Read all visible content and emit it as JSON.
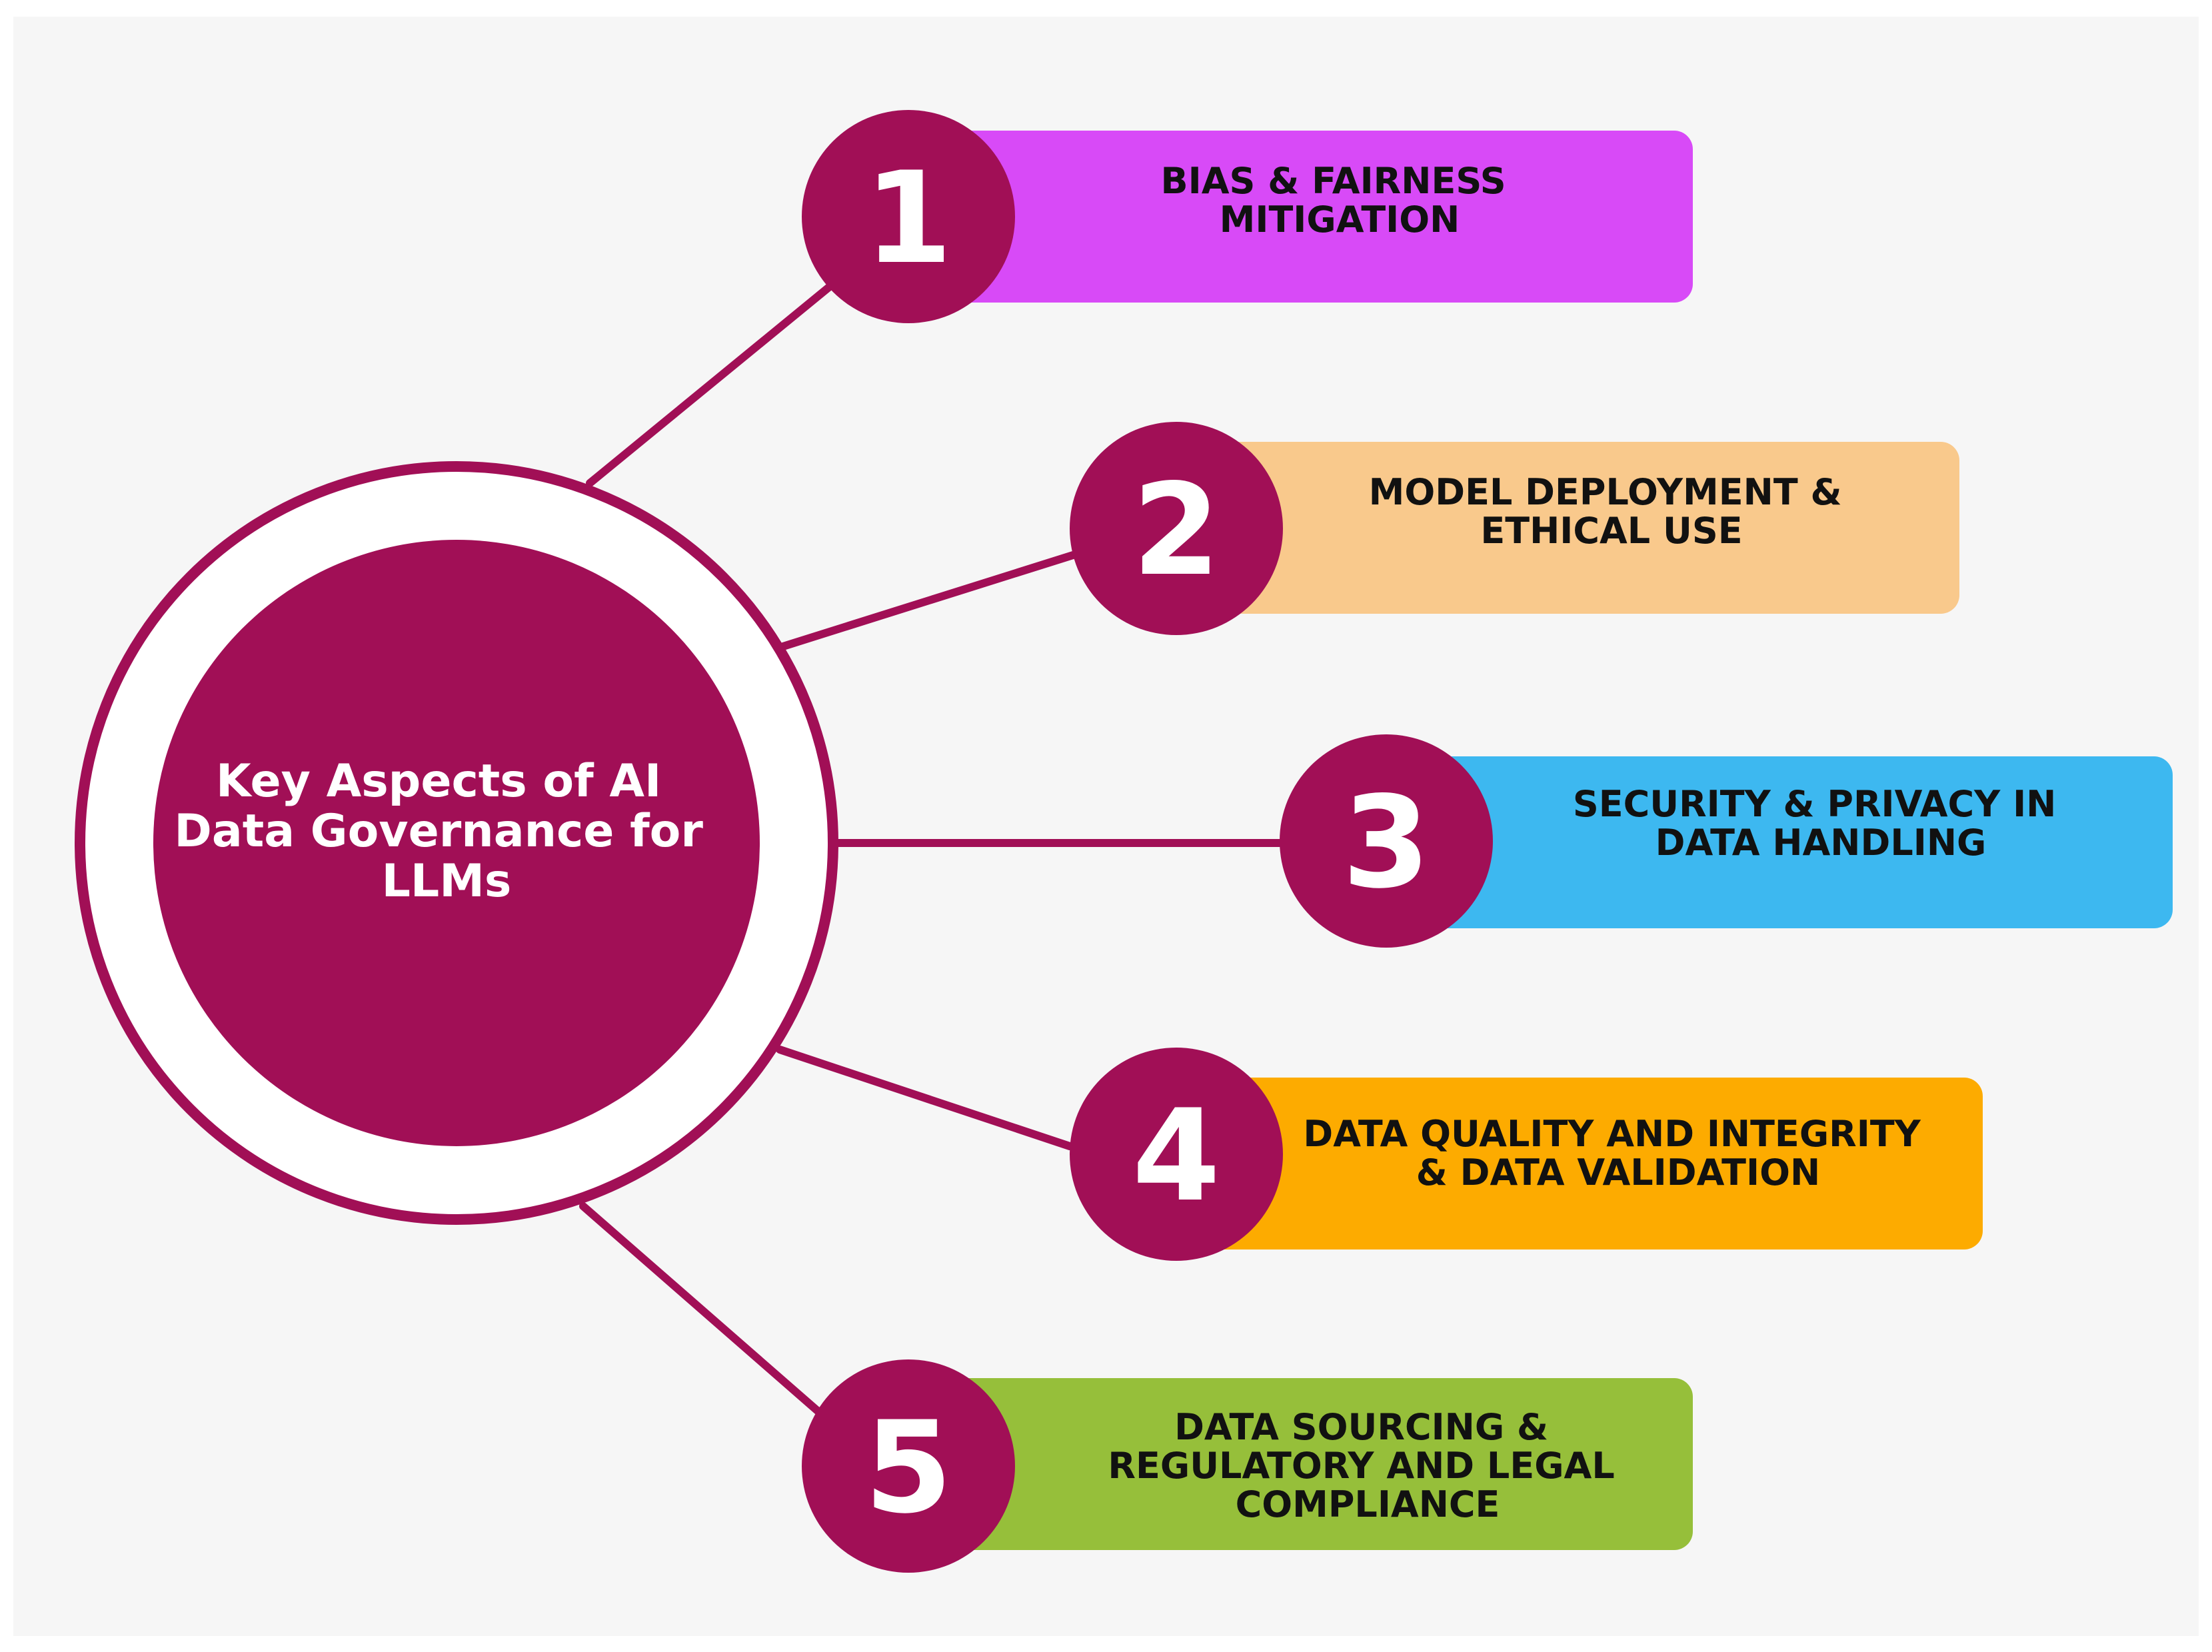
{
  "colors": {
    "background": "#f6f6f6",
    "accent": "#a10f56",
    "number_text": "#ffffff",
    "label_text": "#111111"
  },
  "hub": {
    "title_lines": [
      "Key Aspects of AI",
      "Data Governance for",
      "LLMs"
    ]
  },
  "items": [
    {
      "number": "1",
      "lines": [
        "BIAS & FAIRNESS",
        "MITIGATION"
      ],
      "color": "#d84af7"
    },
    {
      "number": "2",
      "lines": [
        "MODEL DEPLOYMENT &",
        "ETHICAL USE"
      ],
      "color": "#f9c98c"
    },
    {
      "number": "3",
      "lines": [
        "SECURITY & PRIVACY IN",
        "DATA HANDLING"
      ],
      "color": "#3db8f0"
    },
    {
      "number": "4",
      "lines": [
        "DATA QUALITY AND INTEGRITY",
        "& DATA VALIDATION"
      ],
      "color": "#fdab00"
    },
    {
      "number": "5",
      "lines": [
        "DATA SOURCING &",
        "REGULATORY AND LEGAL",
        "COMPLIANCE"
      ],
      "color": "#96bf3a"
    }
  ]
}
